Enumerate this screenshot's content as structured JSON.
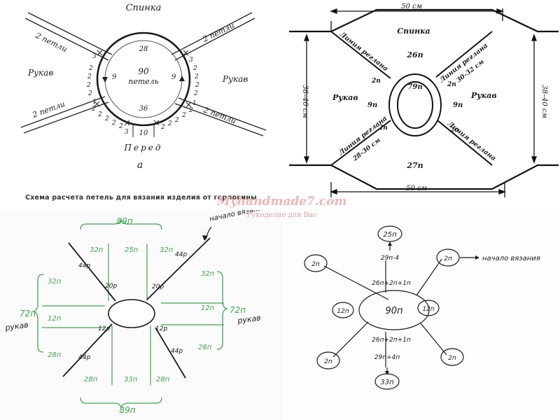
{
  "panel_a": {
    "top": "Спинка",
    "left_sleeve": "Рукав",
    "right_sleeve": "Рукав",
    "bottom": "Перед",
    "letter": "а",
    "loops_center_1": "90",
    "loops_center_2": "петель",
    "n28": "28",
    "n36": "36",
    "n9_left": "9",
    "n9_right": "9",
    "n10": "10",
    "loops2_tl": "2 петли",
    "loops2_tr": "2 петли",
    "loops2_bl": "2 петли",
    "loops2_br": "2 петли",
    "n3_left": "3",
    "n3_right": "3",
    "n1_left": "1",
    "n1_right": "1",
    "n3_bottom": "3",
    "caption": "Схема расчета петель для вязания изделия от горловины"
  },
  "panel_b": {
    "width_top": "50 см",
    "width_bottom": "50 см",
    "height_left": "38–40 см",
    "height_right": "38–40 см",
    "back": "Спинка",
    "back_loops": "26п",
    "center_loops": "79п",
    "front_loops": "27п",
    "sleeve_left": "Рукав",
    "sleeve_right": "Рукав",
    "sleeve_left_loops": "9п",
    "sleeve_right_loops": "9п",
    "raglan_tl": "Линия реглана",
    "raglan_tr": "Линия реглана",
    "raglan_bl": "Линия реглана",
    "raglan_br": "Линия реглана",
    "two_tl": "2п",
    "two_tr": "2п",
    "two_bl": "2п",
    "two_br": "2п",
    "cm_left": "28–30 см",
    "cm_right": "30–32 см"
  },
  "watermark": {
    "main": "Myhandmade7.com",
    "sub": "Рукоделие для Вас"
  },
  "panel_c": {
    "top_total": "89п",
    "bottom_total": "89п",
    "left_total": "72п",
    "right_total": "72п",
    "left_label": "рукав",
    "right_label": "рукав",
    "start_note": "начало вязания",
    "top_cells": [
      "32п",
      "25п",
      "32п"
    ],
    "bottom_cells": [
      "28п",
      "33п",
      "28п"
    ],
    "left_cells": [
      "32п",
      "12п",
      "28п"
    ],
    "right_cells": [
      "32п",
      "12п",
      "28п"
    ],
    "raglan_tl": "44р",
    "raglan_tr": "44р",
    "raglan_bl": "44р",
    "raglan_br": "44р",
    "inner_tl": "20р",
    "inner_tr": "20р",
    "inner_bl": "12р",
    "inner_br": "12р",
    "ink_color": "#1a1a1a",
    "green_color": "#3fa64f"
  },
  "panel_d": {
    "center": "90п",
    "top_circle": "25п",
    "top_formula": "29п-4",
    "top_plus": "26п+2п+1п",
    "bottom_plus": "26п+2п+1п",
    "bottom_formula": "29п+4п",
    "bottom_circle": "33п",
    "left_circle": "12п",
    "right_circle": "12п",
    "corner_tl": "2п",
    "corner_tr": "2п",
    "corner_bl": "2п",
    "corner_br": "2п",
    "start_note": "начало вязания"
  }
}
